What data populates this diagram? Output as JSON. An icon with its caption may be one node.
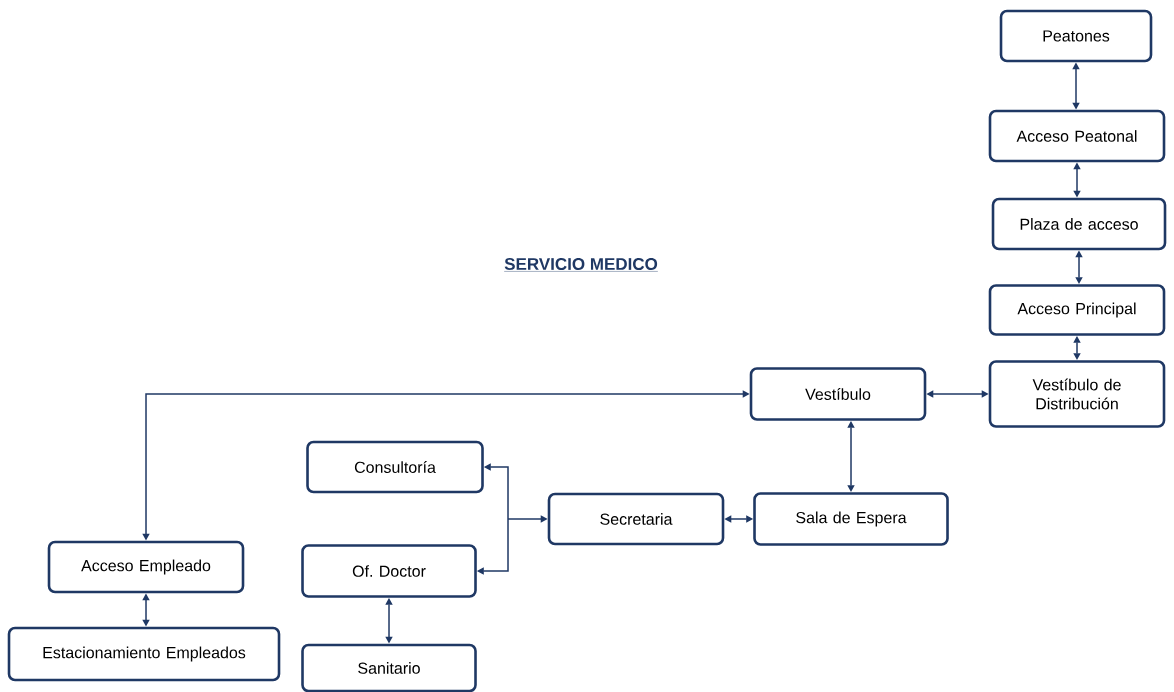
{
  "diagram": {
    "title": "SERVICIO MEDICO",
    "nodes": [
      {
        "text": [
          "Peatones"
        ]
      },
      {
        "text": [
          "Acceso Peatonal"
        ]
      },
      {
        "text": [
          "Plaza de acceso"
        ]
      },
      {
        "text": [
          "Acceso Principal"
        ]
      },
      {
        "text": [
          "Vestíbulo de Distribución"
        ]
      },
      {
        "text": [
          "Vestíbulo"
        ]
      },
      {
        "text": [
          "Consultoría"
        ]
      },
      {
        "text": [
          "Secretaria"
        ]
      },
      {
        "text": [
          "Sala de Espera"
        ]
      },
      {
        "text": [
          "Acceso Empleado"
        ]
      },
      {
        "text": [
          "Of. Doctor"
        ]
      },
      {
        "text": [
          "Estacionamiento Empleados"
        ]
      },
      {
        "text": [
          "Sanitario"
        ]
      }
    ],
    "edges": [
      {
        "from": 0,
        "to": 1,
        "arrow": "both"
      },
      {
        "from": 1,
        "to": 2,
        "arrow": "both"
      },
      {
        "from": 2,
        "to": 3,
        "arrow": "both"
      },
      {
        "from": 3,
        "to": 4,
        "arrow": "both"
      },
      {
        "from": 5,
        "to": 4,
        "arrow": "both"
      },
      {
        "from": 5,
        "to": 9,
        "arrow": "both"
      },
      {
        "from": 5,
        "to": 8,
        "arrow": "both"
      },
      {
        "from": 7,
        "to": 6,
        "arrow": "both"
      },
      {
        "from": 7,
        "to": 10,
        "arrow": "both"
      },
      {
        "from": 8,
        "to": 7,
        "arrow": "both"
      },
      {
        "from": 9,
        "to": 11,
        "arrow": "both"
      },
      {
        "from": 10,
        "to": 12,
        "arrow": "both"
      }
    ]
  }
}
